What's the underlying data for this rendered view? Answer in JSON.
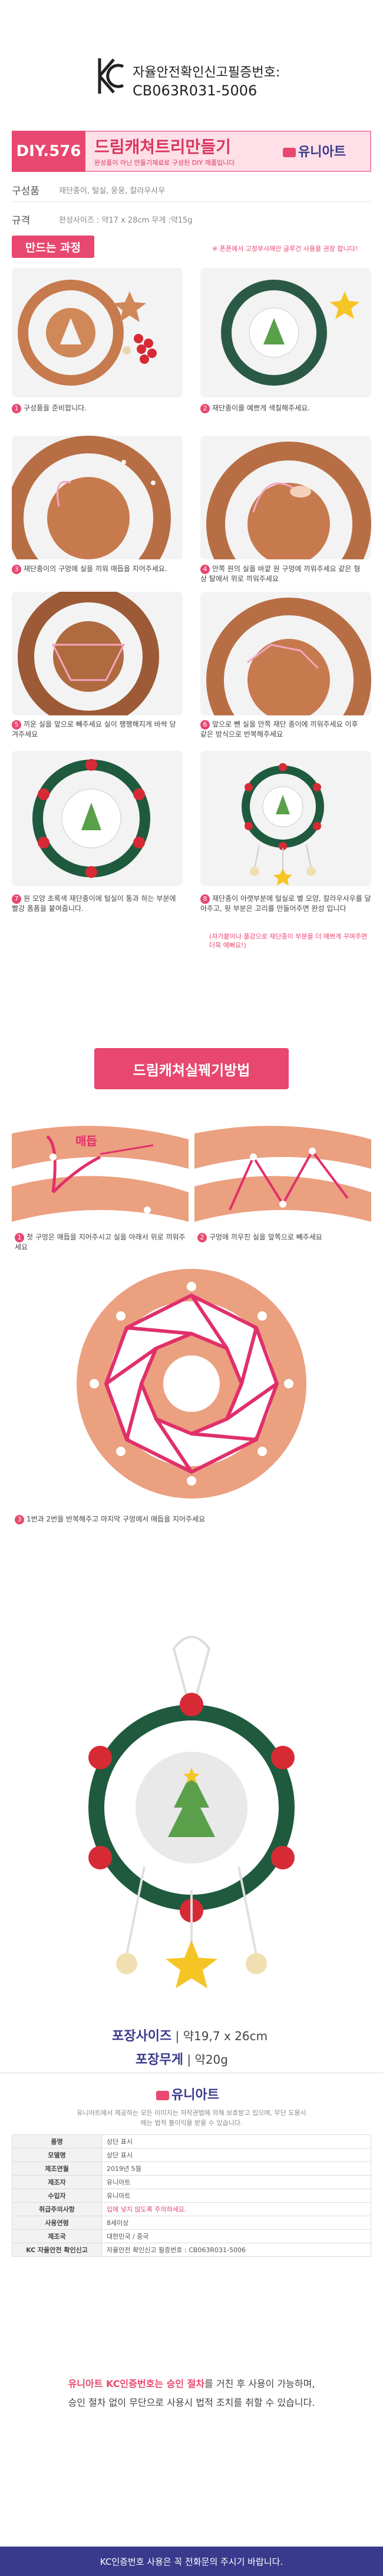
{
  "kc": {
    "cert_label": "자율안전확인신고필증번호:",
    "cert_number": "CB063R031-5006",
    "logo_text": "KC"
  },
  "title": {
    "diy_code": "DIY.576",
    "name": "드림캐쳐트리만들기",
    "subtitle": "완성품이 아닌 만들기재료로 구성된 DIY 제품입니다",
    "brand": "유니아트"
  },
  "specs": {
    "composition_label": "구성품",
    "composition_value": "재단종이, 털실, 웅웅, 칼라우사우",
    "size_label": "규격",
    "size_value": "완성사이즈 : 약17 x 28cm    무게 :약15g"
  },
  "steps_section": {
    "tab_label": "만드는 과정",
    "notice": "※ 폰폰에서 고정부사에만 글루건 사용을 권장 합니다!",
    "steps": [
      {
        "num": "1",
        "text": "구성품을 준비합니다."
      },
      {
        "num": "2",
        "text": "재단종이를 예쁘게 색칠해주세요."
      },
      {
        "num": "3",
        "text": "재단종이의 구멍에 실을 끼워 매듭을 지어주세요."
      },
      {
        "num": "4",
        "text": "안쪽 원의 실을 바깥 원 구멍에 끼워주세요 같은 형상 탈에서 위로 끼워주세요"
      },
      {
        "num": "5",
        "text": "끼운 실을 앞으로 빼주세요 실이 팽팽해지게 바싹 당겨주세요"
      },
      {
        "num": "6",
        "text": "앞으로 뺀 실을 안쪽 재단 종이에 끼워주세요 이후 같은 방식으로 반복해주세요"
      },
      {
        "num": "7",
        "text": "원 모양 초록색 재단종이에 털실이 통과 하는 부분에 빨강 폼폼을 붙여줍니다."
      },
      {
        "num": "8",
        "text": "재단종이 아랫부분에 털실로 별 모양, 칼라우사우를 달아주고, 윗 부분은 고리를 만들어주면 완성 입니다"
      },
      {
        "num": "",
        "text": "(자가붙이나 풀감으로 재단종이 부분을 더 예쁘게 꾸며주면 더욱 예뻐요!)"
      }
    ]
  },
  "weaving_section": {
    "tab_label": "드림캐쳐실꿰기방법",
    "knot_label": "매듭",
    "steps": [
      {
        "num": "1",
        "text": "첫 구멍은 매듭을 지어주시고 실을 아래서 위로 끼워주세요"
      },
      {
        "num": "2",
        "text": "구멍에 끼우진 실을 앞쪽으로 빼주세요"
      },
      {
        "num": "3",
        "text": "1번과 2번을 반복해주고 마지막 구멍에서 매듭을 지어주세요"
      }
    ]
  },
  "product_info": {
    "size_label": "포장사이즈",
    "size_value": "약19,7 x 26cm",
    "weight_label": "포장무게",
    "weight_value": "약20g",
    "brand": "유니아트",
    "copyright": "유니아트에서 제공하는 모든 이미지는 저작권법에 의해 보호받고 있으며, 무단 도용시에는 법적 불이익을 받을 수 있습니다."
  },
  "spec_table": [
    {
      "k": "품명",
      "v": "상단 표시"
    },
    {
      "k": "모델명",
      "v": "상단 표시"
    },
    {
      "k": "제조연월",
      "v": "2019년 5월"
    },
    {
      "k": "제조자",
      "v": "유니아트"
    },
    {
      "k": "수입자",
      "v": "유니아트"
    },
    {
      "k": "취급주의사항",
      "v": "입에 넣지 않도록 주의하세요."
    },
    {
      "k": "사용연령",
      "v": "8세이상"
    },
    {
      "k": "제조국",
      "v": "대한민국 / 중국"
    },
    {
      "k": "KC 자율안전 확인신고",
      "v": "자율안전 확인신고 필증번호 : CB063R031-5006"
    }
  ],
  "warning": {
    "line1_red": "유니아트 KC인증번호는 승인 절차",
    "line1_dark": "를 거친 후 사용이 가능하며,",
    "line2": "승인 절차 없이 무단으로 사용시 법적 조치를 취할 수 있습니다."
  },
  "footer": "KC인증번호 사용은 꼭 전화문의 주시기 바랍니다."
}
